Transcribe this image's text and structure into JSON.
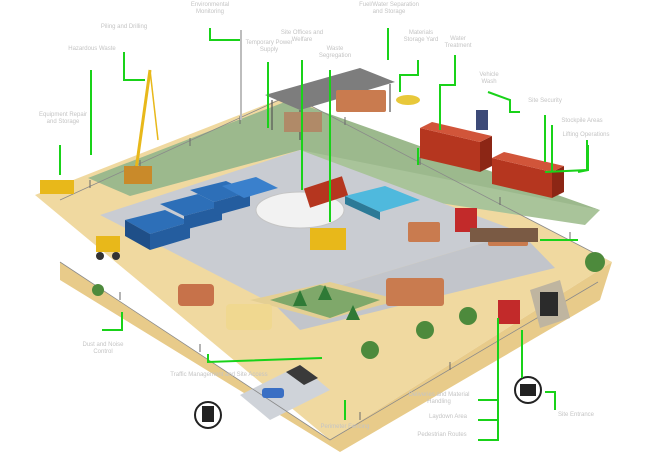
{
  "colors": {
    "callout_line": "#19d219",
    "label_text": "#c4c4c4",
    "sand": "#f0d9a0",
    "grass": "#9cb98d",
    "yard_floor": "#c9ccd2",
    "container_red": "#b5361f",
    "skip_blue": "#2d6fb8",
    "tanker_white": "#f2f2f2",
    "machine_yellow": "#e8b81a",
    "pipe_copper": "#c7724a"
  },
  "labels": {
    "top_1": "Environmental Monitoring",
    "top_2": "Fuel/Water Separation and Storage",
    "left_1": "Piling and Drilling",
    "left_2": "Hazardous Waste",
    "left_3": "Equipment Repair and Storage",
    "center_1": "Temporary Power Supply",
    "center_2": "Site Offices and Welfare",
    "center_3": "Waste Segregation",
    "center_4": "Materials Storage Yard",
    "center_5": "Water Treatment",
    "right_1": "Vehicle Wash",
    "right_2": "Site Security",
    "right_3": "Stockpile Areas",
    "right_4": "Lifting Operations",
    "bottom_left": "Dust and Noise Control",
    "bottom_center": "Traffic Management and Site Access",
    "bottom_center_2": "Perimeter Fencing",
    "bottom_right_1": "Deliveries and Material Handling",
    "bottom_right_2": "Laydown Area",
    "bottom_right_3": "Pedestrian Routes",
    "bottom_right_4": "Site Entrance"
  }
}
